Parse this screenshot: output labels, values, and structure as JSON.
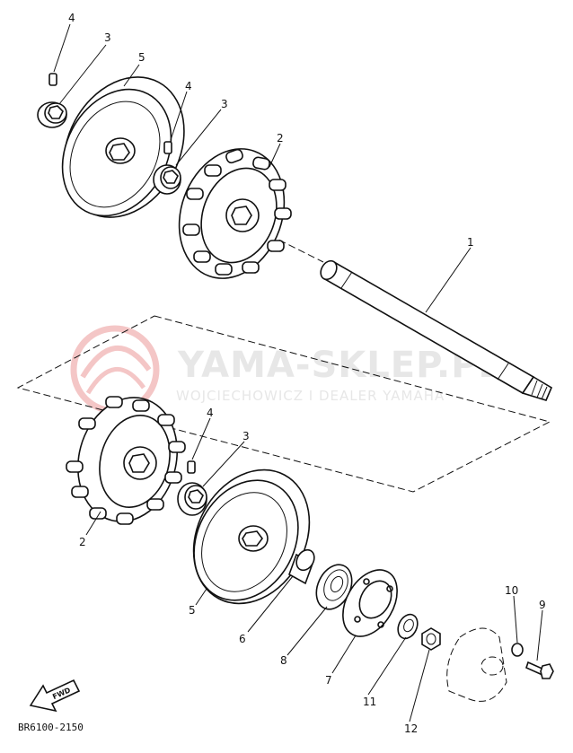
{
  "diagram": {
    "drawing_code": "BR6100-2150",
    "front_arrow_label": "FWD",
    "watermark": {
      "brand": "YAMA-SKLEP.PL",
      "subtitle": "WOJCIECHOWICZ I DEALER YAMAHA",
      "logo_color": "#f4c6c6"
    },
    "callouts": {
      "top_screw": "4",
      "top_bearing": "3",
      "top_wheel": "5",
      "mid_screw": "4",
      "mid_bearing": "3",
      "top_sprocket": "2",
      "shaft": "1",
      "low_screw": "4",
      "low_bearing": "3",
      "low_sprocket": "2",
      "low_wheel": "5",
      "spacer": "6",
      "bearing": "8",
      "housing": "7",
      "washer": "11",
      "nut": "12",
      "lock_washer": "10",
      "bolt": "9"
    }
  }
}
